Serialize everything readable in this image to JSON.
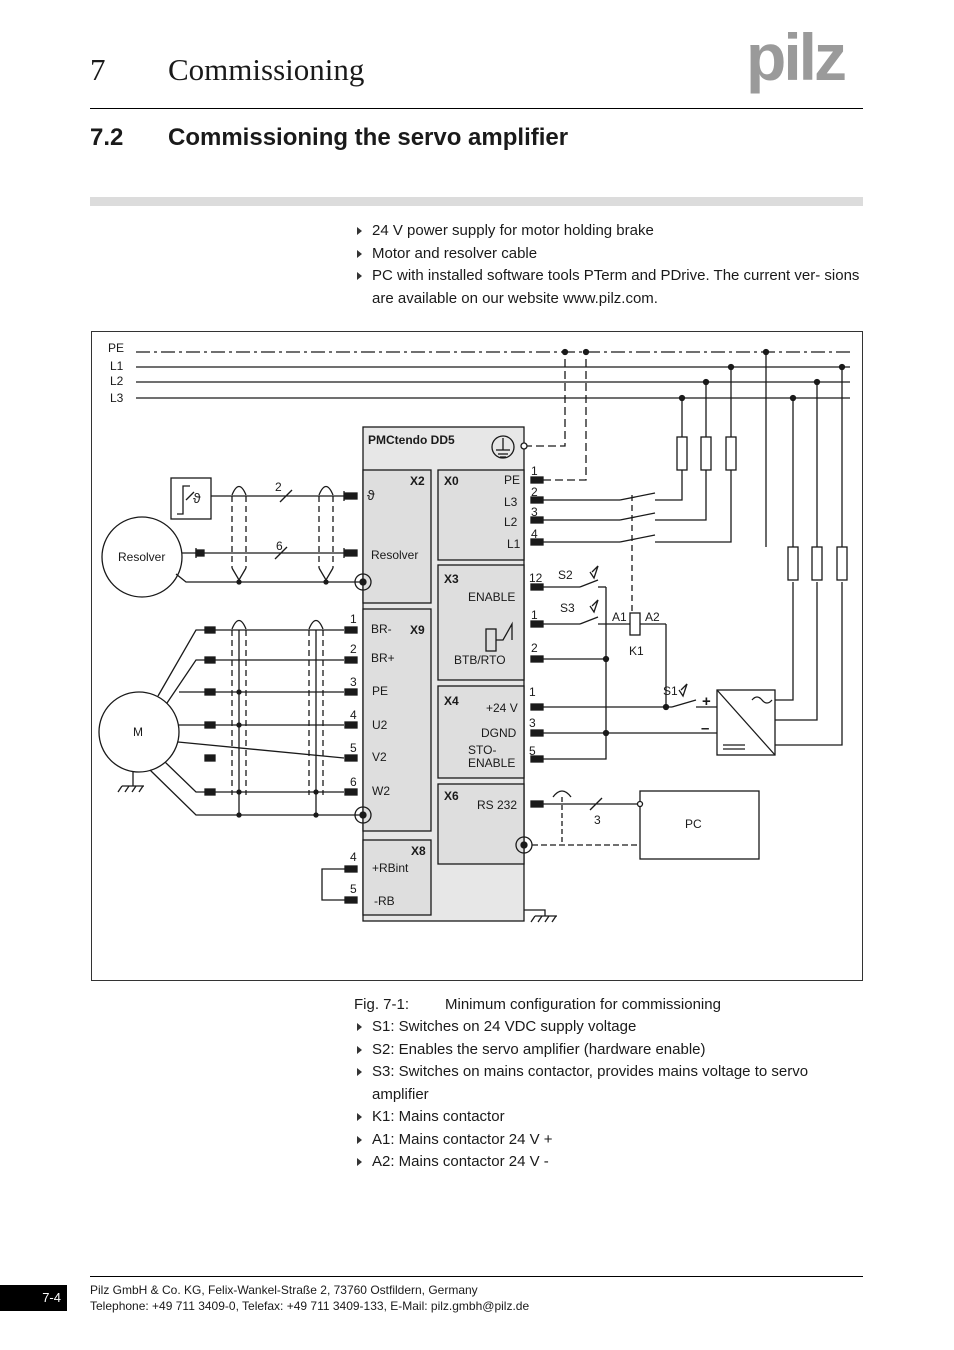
{
  "header": {
    "chapter_number": "7",
    "chapter_title": "Commissioning",
    "logo_text": "pilz"
  },
  "section": {
    "number": "7.2",
    "title": "Commissioning the servo amplifier"
  },
  "requirements": [
    "24 V power supply for motor holding brake",
    "Motor and resolver cable",
    "PC with installed software tools PTerm and PDrive. The current ver- sions are available on our website www.pilz.com."
  ],
  "diagram": {
    "mains": [
      "PE",
      "L1",
      "L2",
      "L3"
    ],
    "device_title": "PMCtendo DD5",
    "resolver": "Resolver",
    "motor": "M",
    "pc": "PC",
    "theta": "ϑ",
    "wire_counts": [
      "2",
      "6",
      "3"
    ],
    "x2": {
      "name": "X2",
      "resolver": "Resolver"
    },
    "x0": {
      "name": "X0",
      "pins": [
        "1",
        "2",
        "3",
        "4"
      ],
      "labels": [
        "PE",
        "L3",
        "L2",
        "L1"
      ]
    },
    "x3": {
      "name": "X3",
      "enable": "ENABLE",
      "btb": "BTB/RTO",
      "pins": [
        "12",
        "1",
        "2"
      ]
    },
    "x9": {
      "name": "X9",
      "pins": [
        "1",
        "2",
        "3",
        "4",
        "5",
        "6"
      ],
      "labels": [
        "BR-",
        "BR+",
        "PE",
        "U2",
        "V2",
        "W2"
      ]
    },
    "x4": {
      "name": "X4",
      "pins": [
        "1",
        "3",
        "5"
      ],
      "labels": [
        "+24 V",
        "DGND",
        "STO-",
        "ENABLE"
      ]
    },
    "x6": {
      "name": "X6",
      "rs232": "RS 232"
    },
    "x8": {
      "name": "X8",
      "pins": [
        "4",
        "5"
      ],
      "labels": [
        "+RBint",
        "-RB"
      ]
    },
    "switches": [
      "S1",
      "S2",
      "S3"
    ],
    "contactor": {
      "name": "K1",
      "a1": "A1",
      "a2": "A2"
    },
    "psu": {
      "plus": "+",
      "minus": "–",
      "ac": "~"
    }
  },
  "figure": {
    "label": "Fig. 7-1:",
    "caption": "Minimum configuration for commissioning",
    "items": [
      "S1: Switches on 24 VDC supply voltage",
      "S2: Enables the servo amplifier (hardware enable)",
      "S3: Switches on mains contactor, provides mains voltage to servo amplifier",
      "K1: Mains contactor",
      "A1: Mains contactor 24 V +",
      "A2: Mains contactor 24 V -"
    ]
  },
  "footer": {
    "page": "7-4",
    "line1": "Pilz GmbH & Co. KG, Felix-Wankel-Straße 2, 73760 Ostfildern, Germany",
    "line2": "Telephone: +49 711 3409-0, Telefax: +49 711 3409-133, E-Mail: pilz.gmbh@pilz.de"
  }
}
